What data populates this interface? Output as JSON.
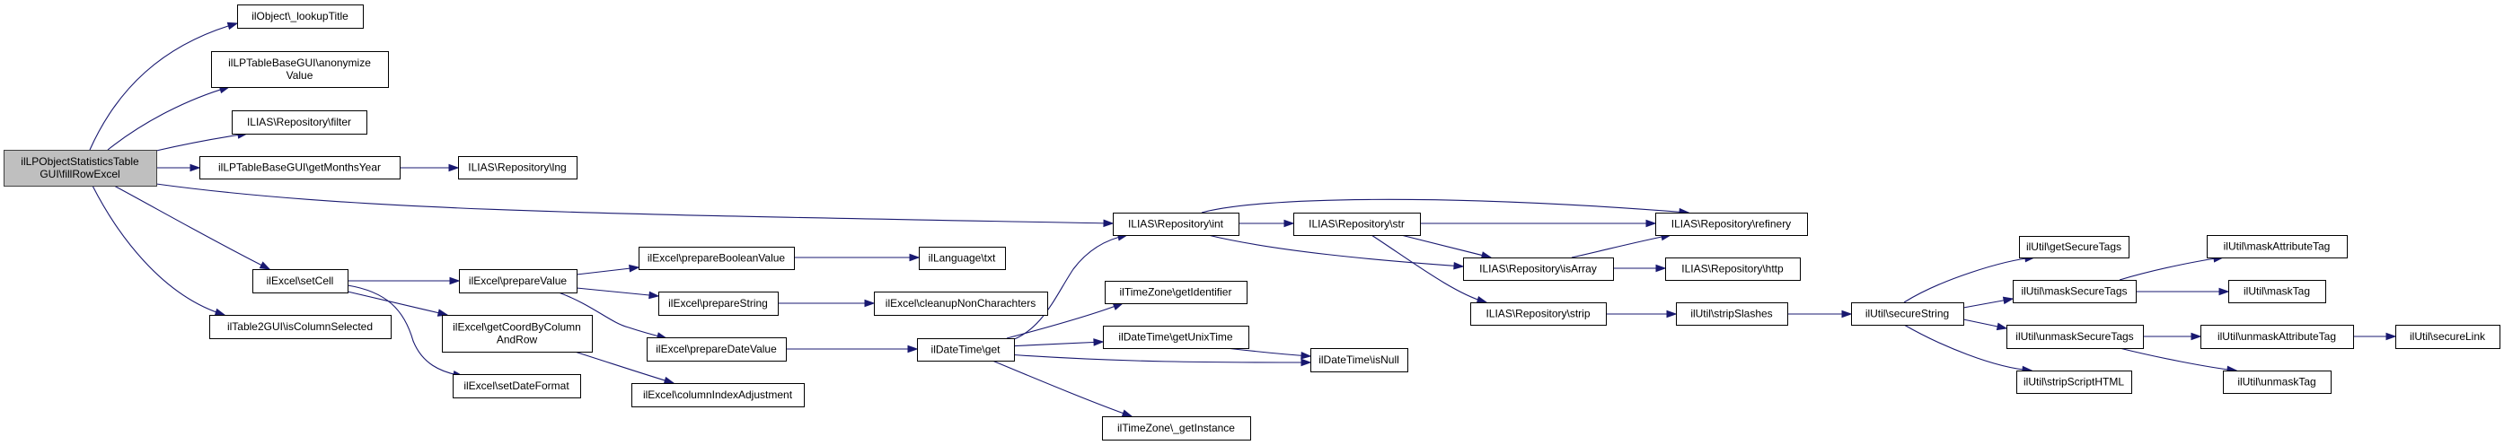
{
  "title": "ilLPObjectStatisticsTableGUI\\fillRowExcel call graph",
  "colors": {
    "edge": "#191970",
    "root_fill": "#bfbfbf",
    "node_fill": "#ffffff",
    "node_border": "#000000"
  },
  "nodes": [
    {
      "id": "root",
      "lines": [
        "ilLPObjectStatisticsTable",
        "GUI\\fillRowExcel"
      ],
      "root": true
    },
    {
      "id": "lookupTitle",
      "lines": [
        "ilObject\\_lookupTitle"
      ]
    },
    {
      "id": "anonymizeValue",
      "lines": [
        "ilLPTableBaseGUI\\anonymize",
        "Value"
      ]
    },
    {
      "id": "filter",
      "lines": [
        "ILIAS\\Repository\\filter"
      ]
    },
    {
      "id": "getMonthsYear",
      "lines": [
        "ilLPTableBaseGUI\\getMonthsYear"
      ]
    },
    {
      "id": "lng",
      "lines": [
        "ILIAS\\Repository\\lng"
      ]
    },
    {
      "id": "setCell",
      "lines": [
        "ilExcel\\setCell"
      ]
    },
    {
      "id": "isColumnSelected",
      "lines": [
        "ilTable2GUI\\isColumnSelected"
      ]
    },
    {
      "id": "prepareValue",
      "lines": [
        "ilExcel\\prepareValue"
      ]
    },
    {
      "id": "getCoordByColumnAndRow",
      "lines": [
        "ilExcel\\getCoordByColumn",
        "AndRow"
      ]
    },
    {
      "id": "setDateFormat",
      "lines": [
        "ilExcel\\setDateFormat"
      ]
    },
    {
      "id": "prepareBooleanValue",
      "lines": [
        "ilExcel\\prepareBooleanValue"
      ]
    },
    {
      "id": "prepareString",
      "lines": [
        "ilExcel\\prepareString"
      ]
    },
    {
      "id": "prepareDateValue",
      "lines": [
        "ilExcel\\prepareDateValue"
      ]
    },
    {
      "id": "columnIndexAdjustment",
      "lines": [
        "ilExcel\\columnIndexAdjustment"
      ]
    },
    {
      "id": "txt",
      "lines": [
        "ilLanguage\\txt"
      ]
    },
    {
      "id": "cleanupNonCharachters",
      "lines": [
        "ilExcel\\cleanupNonCharachters"
      ]
    },
    {
      "id": "dtGet",
      "lines": [
        "ilDateTime\\get"
      ]
    },
    {
      "id": "int",
      "lines": [
        "ILIAS\\Repository\\int"
      ]
    },
    {
      "id": "getIdentifier",
      "lines": [
        "ilTimeZone\\getIdentifier"
      ]
    },
    {
      "id": "getUnixTime",
      "lines": [
        "ilDateTime\\getUnixTime"
      ]
    },
    {
      "id": "getInstance",
      "lines": [
        "ilTimeZone\\_getInstance"
      ]
    },
    {
      "id": "isNull",
      "lines": [
        "ilDateTime\\isNull"
      ]
    },
    {
      "id": "str",
      "lines": [
        "ILIAS\\Repository\\str"
      ]
    },
    {
      "id": "isArray",
      "lines": [
        "ILIAS\\Repository\\isArray"
      ]
    },
    {
      "id": "refinery",
      "lines": [
        "ILIAS\\Repository\\refinery"
      ]
    },
    {
      "id": "http",
      "lines": [
        "ILIAS\\Repository\\http"
      ]
    },
    {
      "id": "strip",
      "lines": [
        "ILIAS\\Repository\\strip"
      ]
    },
    {
      "id": "stripSlashes",
      "lines": [
        "ilUtil\\stripSlashes"
      ]
    },
    {
      "id": "secureString",
      "lines": [
        "ilUtil\\secureString"
      ]
    },
    {
      "id": "getSecureTags",
      "lines": [
        "ilUtil\\getSecureTags"
      ]
    },
    {
      "id": "maskSecureTags",
      "lines": [
        "ilUtil\\maskSecureTags"
      ]
    },
    {
      "id": "unmaskSecureTags",
      "lines": [
        "ilUtil\\unmaskSecureTags"
      ]
    },
    {
      "id": "stripScriptHTML",
      "lines": [
        "ilUtil\\stripScriptHTML"
      ]
    },
    {
      "id": "maskAttributeTag",
      "lines": [
        "ilUtil\\maskAttributeTag"
      ]
    },
    {
      "id": "maskTag",
      "lines": [
        "ilUtil\\maskTag"
      ]
    },
    {
      "id": "unmaskAttributeTag",
      "lines": [
        "ilUtil\\unmaskAttributeTag"
      ]
    },
    {
      "id": "secureLink",
      "lines": [
        "ilUtil\\secureLink"
      ]
    },
    {
      "id": "unmaskTag",
      "lines": [
        "ilUtil\\unmaskTag"
      ]
    }
  ],
  "edges": [
    {
      "from": "root",
      "to": "lookupTitle"
    },
    {
      "from": "root",
      "to": "anonymizeValue"
    },
    {
      "from": "root",
      "to": "filter"
    },
    {
      "from": "root",
      "to": "getMonthsYear"
    },
    {
      "from": "root",
      "to": "int"
    },
    {
      "from": "root",
      "to": "setCell"
    },
    {
      "from": "root",
      "to": "isColumnSelected"
    },
    {
      "from": "getMonthsYear",
      "to": "lng"
    },
    {
      "from": "setCell",
      "to": "prepareValue"
    },
    {
      "from": "setCell",
      "to": "getCoordByColumnAndRow"
    },
    {
      "from": "setCell",
      "to": "setDateFormat"
    },
    {
      "from": "prepareValue",
      "to": "prepareBooleanValue"
    },
    {
      "from": "prepareValue",
      "to": "prepareString"
    },
    {
      "from": "prepareValue",
      "to": "prepareDateValue"
    },
    {
      "from": "getCoordByColumnAndRow",
      "to": "columnIndexAdjustment"
    },
    {
      "from": "prepareBooleanValue",
      "to": "txt"
    },
    {
      "from": "prepareString",
      "to": "cleanupNonCharachters"
    },
    {
      "from": "prepareDateValue",
      "to": "dtGet"
    },
    {
      "from": "dtGet",
      "to": "int"
    },
    {
      "from": "dtGet",
      "to": "getIdentifier"
    },
    {
      "from": "dtGet",
      "to": "getUnixTime"
    },
    {
      "from": "dtGet",
      "to": "isNull"
    },
    {
      "from": "dtGet",
      "to": "getInstance"
    },
    {
      "from": "getUnixTime",
      "to": "isNull"
    },
    {
      "from": "int",
      "to": "str"
    },
    {
      "from": "int",
      "to": "refinery"
    },
    {
      "from": "int",
      "to": "isArray"
    },
    {
      "from": "str",
      "to": "refinery"
    },
    {
      "from": "str",
      "to": "isArray"
    },
    {
      "from": "str",
      "to": "strip"
    },
    {
      "from": "isArray",
      "to": "refinery"
    },
    {
      "from": "isArray",
      "to": "http"
    },
    {
      "from": "strip",
      "to": "stripSlashes"
    },
    {
      "from": "stripSlashes",
      "to": "secureString"
    },
    {
      "from": "secureString",
      "to": "getSecureTags"
    },
    {
      "from": "secureString",
      "to": "maskSecureTags"
    },
    {
      "from": "secureString",
      "to": "unmaskSecureTags"
    },
    {
      "from": "secureString",
      "to": "stripScriptHTML"
    },
    {
      "from": "maskSecureTags",
      "to": "maskAttributeTag"
    },
    {
      "from": "maskSecureTags",
      "to": "maskTag"
    },
    {
      "from": "unmaskSecureTags",
      "to": "unmaskAttributeTag"
    },
    {
      "from": "unmaskSecureTags",
      "to": "unmaskTag"
    },
    {
      "from": "unmaskAttributeTag",
      "to": "secureLink"
    }
  ]
}
